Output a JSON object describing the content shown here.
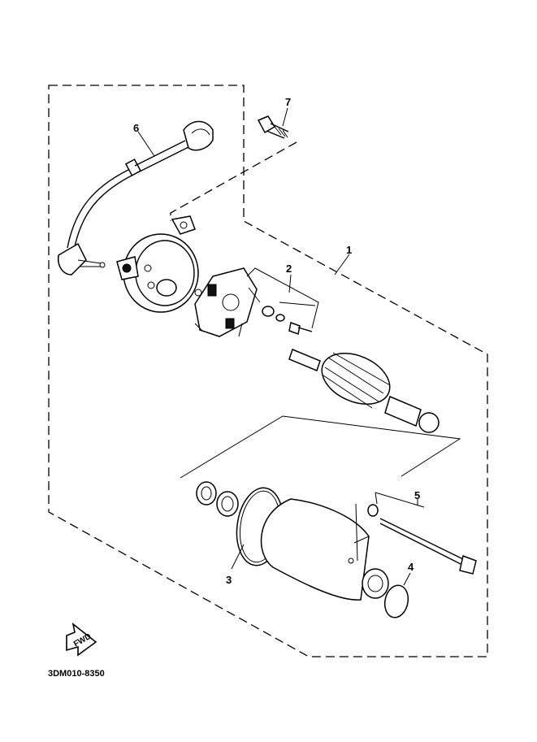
{
  "diagram": {
    "callouts": {
      "c1": "1",
      "c2": "2",
      "c3": "3",
      "c4": "4",
      "c5": "5",
      "c6": "6",
      "c7": "7"
    },
    "fwd_label": "FWD",
    "drawing_code": "3DM010-8350"
  }
}
